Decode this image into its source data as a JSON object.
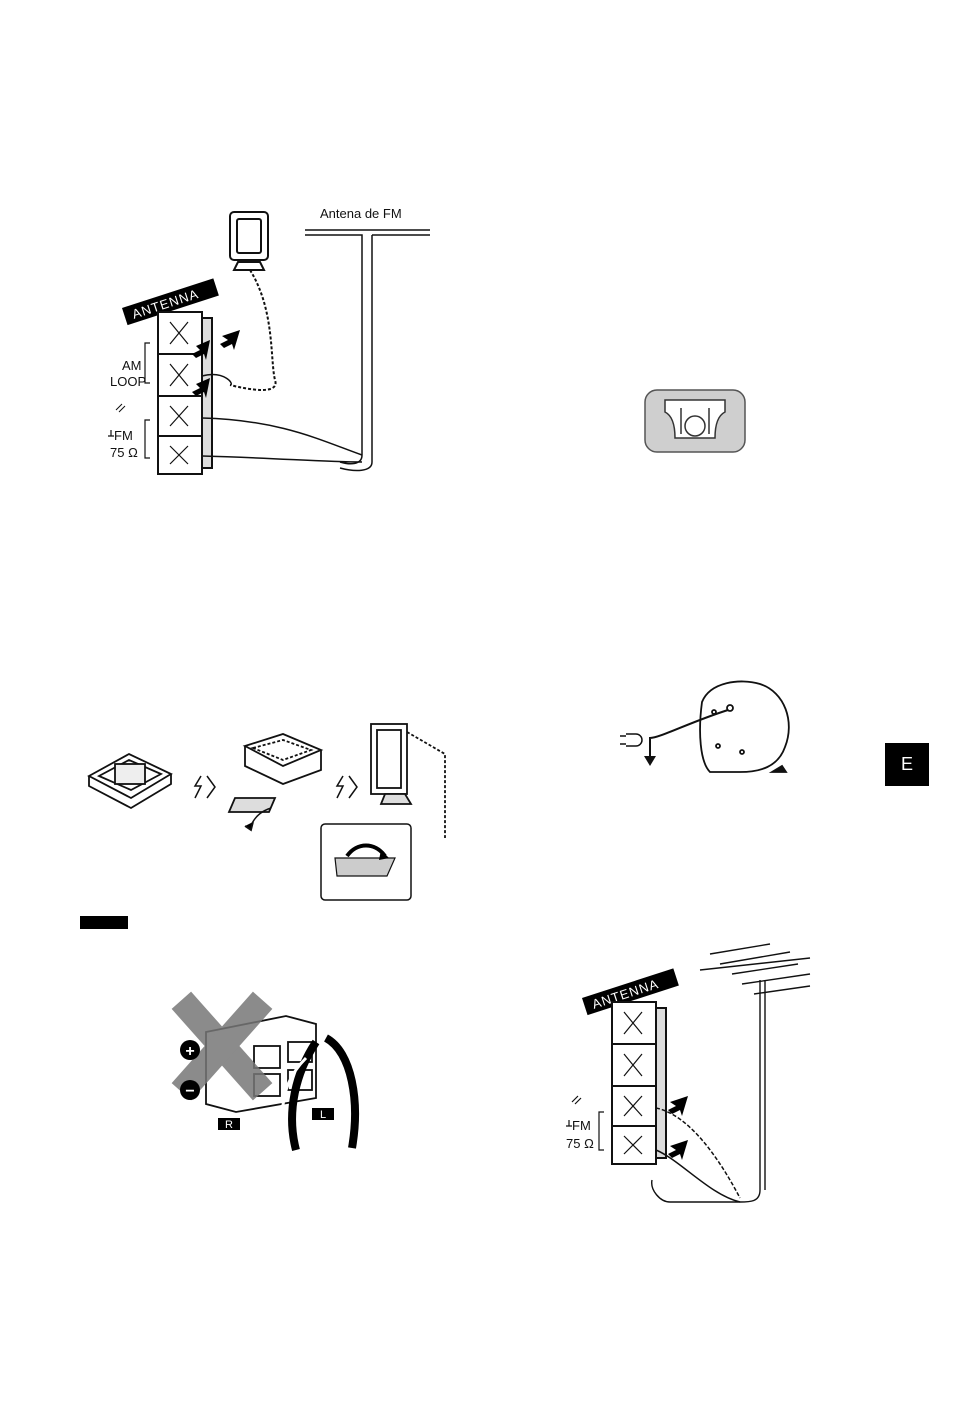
{
  "labels": {
    "fm_antenna": "Antena de FM",
    "antenna_banner": "ANTENNA",
    "am_loop_1": "AM",
    "am_loop_2": "LOOP",
    "fm_label": "FM",
    "ohm_label": "75 Ω",
    "language_tab": "E",
    "speaker_right": "R",
    "speaker_left": "L",
    "plus_sign": "+",
    "minus_sign": "−"
  }
}
